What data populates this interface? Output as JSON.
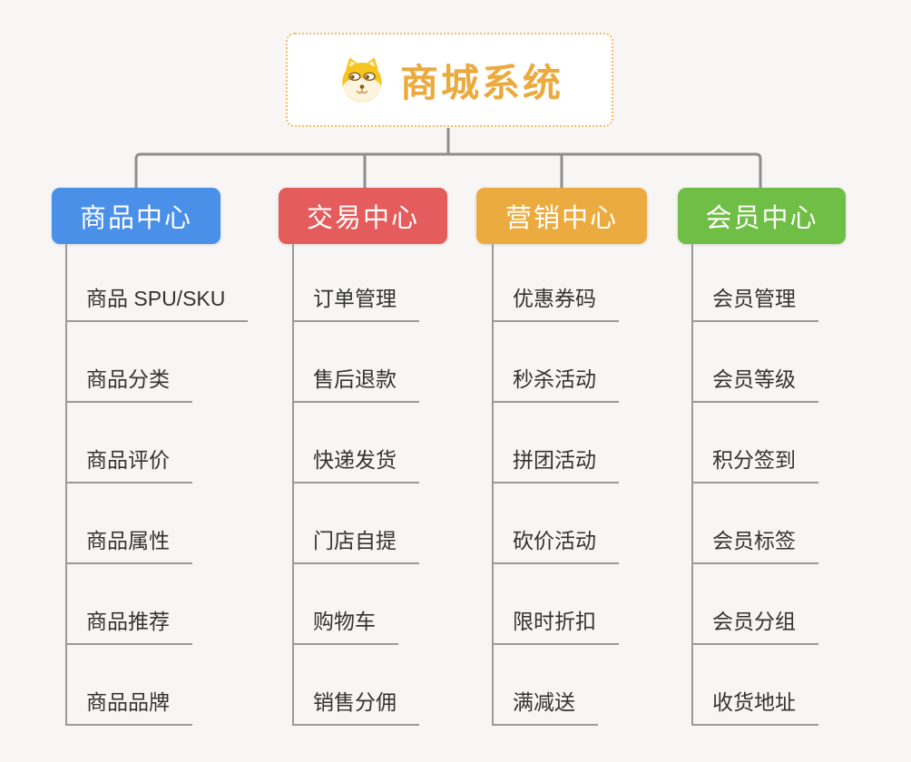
{
  "canvas": {
    "background": "#f7f6f5",
    "connector_color": "#8f8f8f",
    "underline_color": "#9a9a9a"
  },
  "root": {
    "title": "商城系统",
    "icon": "dog-face-icon",
    "title_color": "#ebaa3e",
    "border_color": "#f3bb62",
    "dog_yellow": "#f6c51f",
    "dog_cream": "#fdf4e0"
  },
  "branches": [
    {
      "label": "商品中心",
      "color": "#4a8fe8",
      "children": [
        "商品 SPU/SKU",
        "商品分类",
        "商品评价",
        "商品属性",
        "商品推荐",
        "商品品牌"
      ]
    },
    {
      "label": "交易中心",
      "color": "#e45c5c",
      "children": [
        "订单管理",
        "售后退款",
        "快递发货",
        "门店自提",
        "购物车",
        "销售分佣"
      ]
    },
    {
      "label": "营销中心",
      "color": "#ecab3e",
      "children": [
        "优惠券码",
        "秒杀活动",
        "拼团活动",
        "砍价活动",
        "限时折扣",
        "满减送"
      ]
    },
    {
      "label": "会员中心",
      "color": "#6fbe45",
      "children": [
        "会员管理",
        "会员等级",
        "积分签到",
        "会员标签",
        "会员分组",
        "收货地址"
      ]
    }
  ]
}
